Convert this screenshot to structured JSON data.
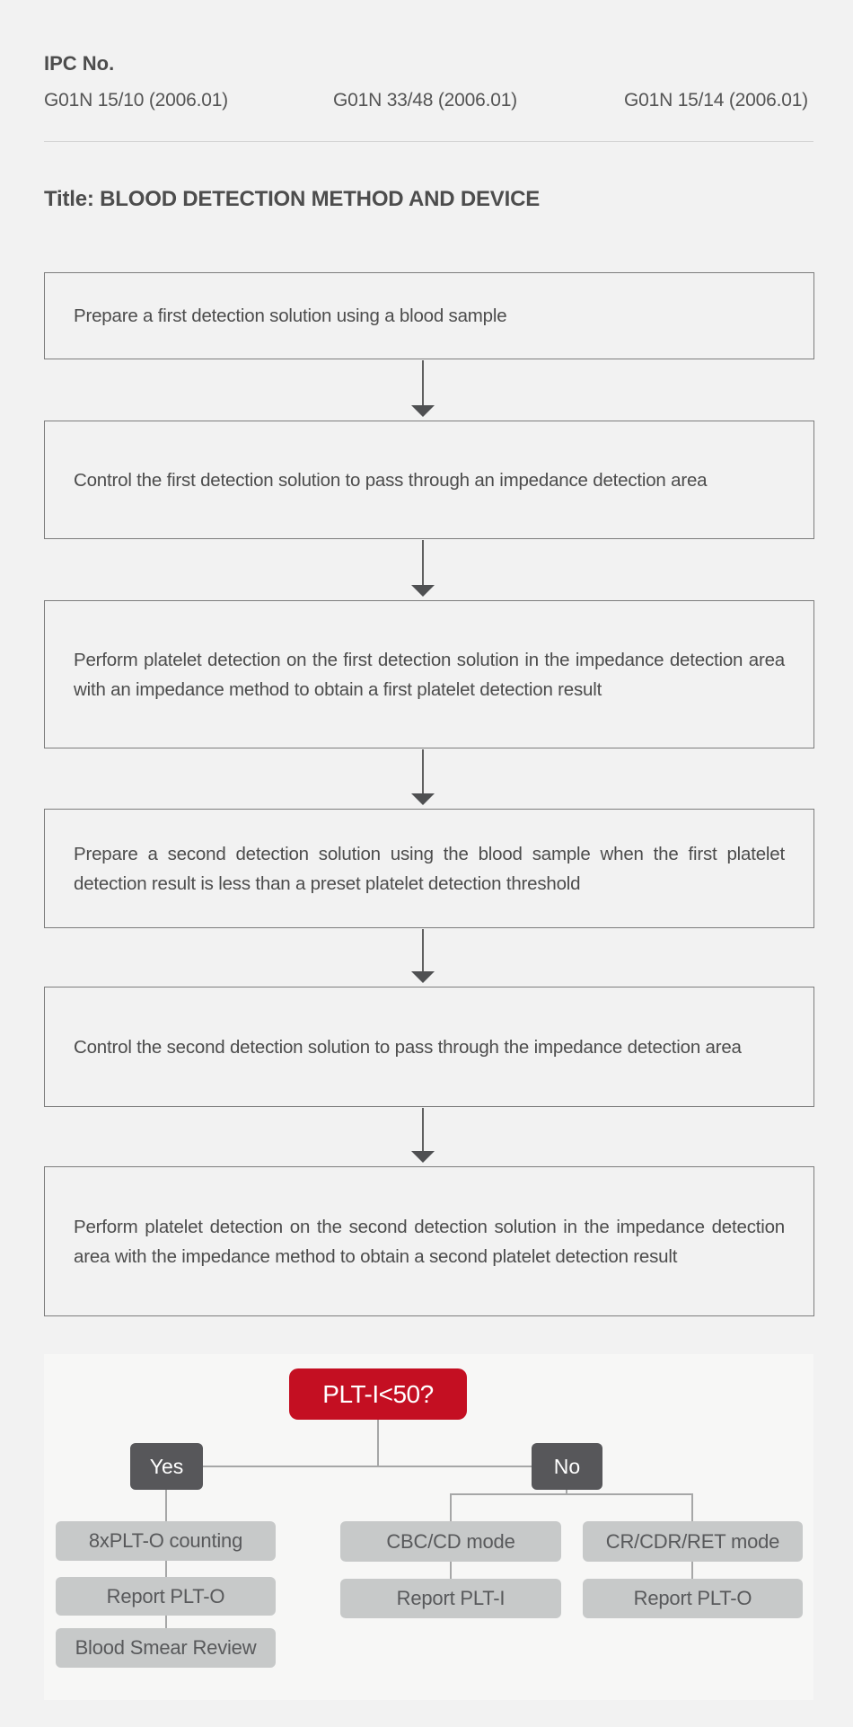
{
  "header": {
    "ipc_label": "IPC No.",
    "ipc_codes": [
      "G01N 15/10 (2006.01)",
      "G01N 33/48 (2006.01)",
      "G01N 15/14 (2006.01)"
    ],
    "title": "Title: BLOOD DETECTION METHOD AND DEVICE"
  },
  "flowchart": {
    "steps": [
      "Prepare a first detection solution using a blood sample",
      "Control the first detection solution to pass through an impedance detection area",
      "Perform platelet detection on the first detection solution in the impedance detection area with an impedance method to obtain a first platelet detection result",
      "Prepare a second detection solution using the blood sample when the first platelet detection result is less than a preset platelet detection threshold",
      "Control the second detection solution to pass through the impedance detection area",
      "Perform platelet detection on the second detection solution in the impedance detection area with the impedance method to obtain a second platelet detection result"
    ]
  },
  "decision_tree": {
    "root": "PLT-I<50?",
    "yes": {
      "label": "Yes",
      "steps": [
        "8xPLT-O counting",
        "Report PLT-O",
        "Blood Smear Review"
      ]
    },
    "no": {
      "label": "No",
      "branches": [
        {
          "steps": [
            "CBC/CD mode",
            "Report PLT-I"
          ]
        },
        {
          "steps": [
            "CR/CDR/RET mode",
            "Report PLT-O"
          ]
        }
      ]
    }
  },
  "colors": {
    "accent_red": "#c40f22",
    "dark_node": "#57575a",
    "gray_node": "#c7c9c9",
    "page_bg": "#f2f2f2",
    "panel_bg": "#f7f7f6"
  }
}
